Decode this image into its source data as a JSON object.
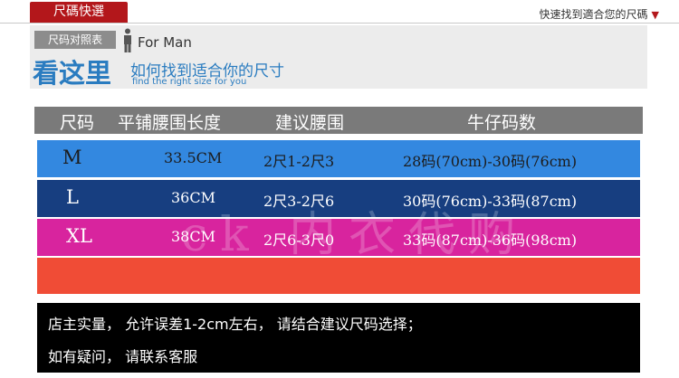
{
  "header": {
    "tab_label": "尺碼快選",
    "helper_text": "快速找到適合您的尺碼",
    "helper_arrow": "▼",
    "chip_label": "尺码对照表",
    "for_man": "For Man",
    "big_title": "看这里",
    "subtitle": "如何找到适合你的尺寸",
    "english_sub": "find the right size for you"
  },
  "table": {
    "columns": [
      "尺码",
      "平铺腰围长度",
      "建议腰围",
      "牛仔码数"
    ],
    "rows": [
      {
        "size": "M",
        "flat": "33.5CM",
        "waist": "2尺1-2尺3",
        "jeans": "28码(70cm)-30码(76cm)"
      },
      {
        "size": "L",
        "flat": "36CM",
        "waist": "2尺3-2尺6",
        "jeans": "30码(76cm)-33码(87cm)"
      },
      {
        "size": "XL",
        "flat": "38CM",
        "waist": "2尺6-3尺0",
        "jeans": "33码(87cm)-36码(98cm)"
      }
    ],
    "row_colors": [
      "#3388e0",
      "#173e80",
      "#d8249e",
      "#f04c36"
    ]
  },
  "notes": {
    "line1": "店主实量，  允许误差1-2cm左右，  请结合建议尺码选择；",
    "line2": "如有疑问，  请联系客服"
  },
  "watermark": "ck 内衣代购",
  "colors": {
    "accent": "#b3171b",
    "title_blue": "#2a7cc0"
  }
}
